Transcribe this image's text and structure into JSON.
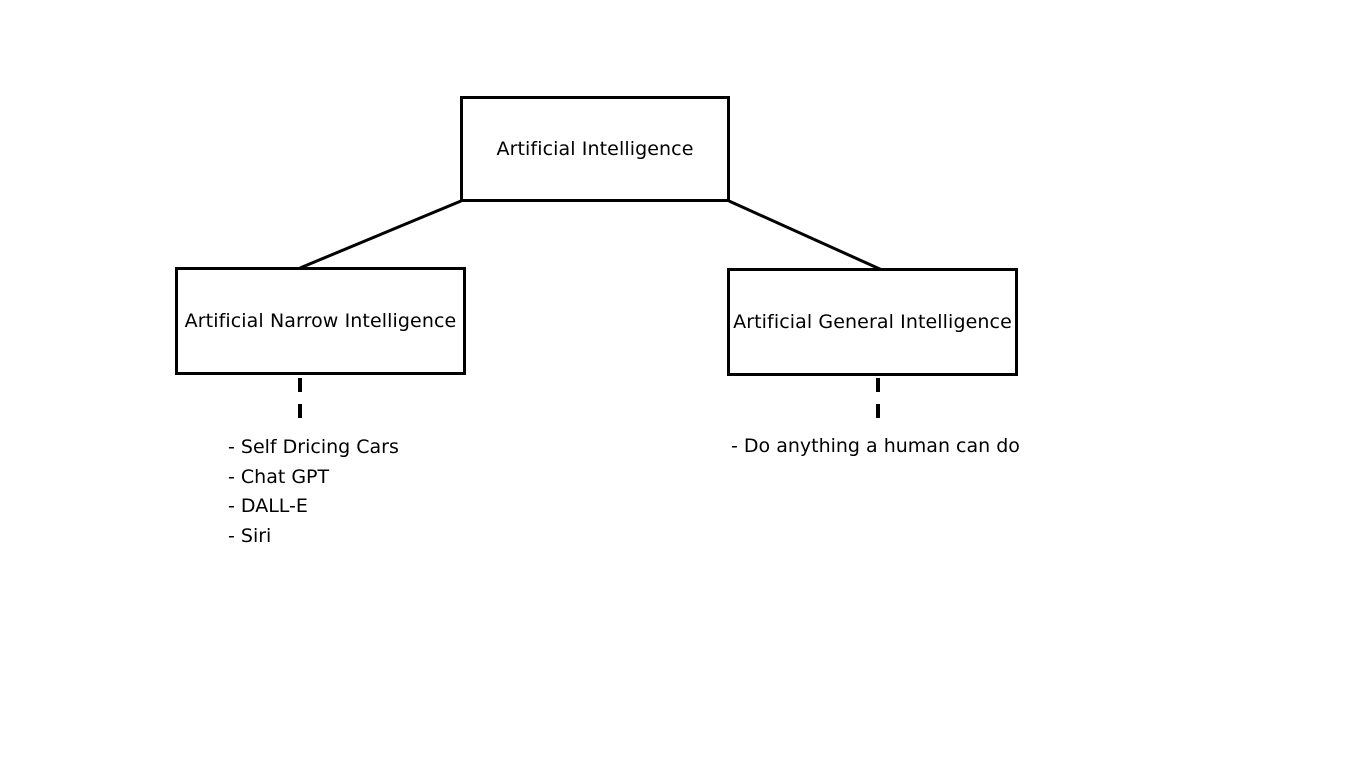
{
  "diagram": {
    "root": {
      "label": "Artificial Intelligence"
    },
    "children": [
      {
        "label": "Artificial Narrow Intelligence",
        "items": [
          "- Self Dricing Cars",
          "- Chat GPT",
          "- DALL-E",
          "- Siri"
        ]
      },
      {
        "label": "Artificial General Intelligence",
        "items": [
          "- Do anything a human can do"
        ]
      }
    ]
  },
  "colors": {
    "background": "#ffffff",
    "stroke": "#000000",
    "text": "#000000"
  }
}
